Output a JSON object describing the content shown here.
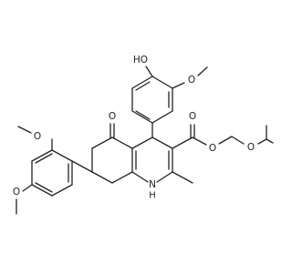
{
  "structure": {
    "atom_labels": {
      "hydroxyl_oxygen": "HO",
      "methoxy_oxygen_top": "O",
      "ketone_oxygen": "O",
      "ester_carbonyl_oxygen": "O",
      "ester_oxygen": "O",
      "ether_oxygen_sidechain": "O",
      "methoxy_oxygen_left_upper": "O",
      "methoxy_oxygen_left_lower": "O",
      "ring_nitrogen": "N",
      "ring_nitrogen_hydrogen": "H"
    }
  }
}
